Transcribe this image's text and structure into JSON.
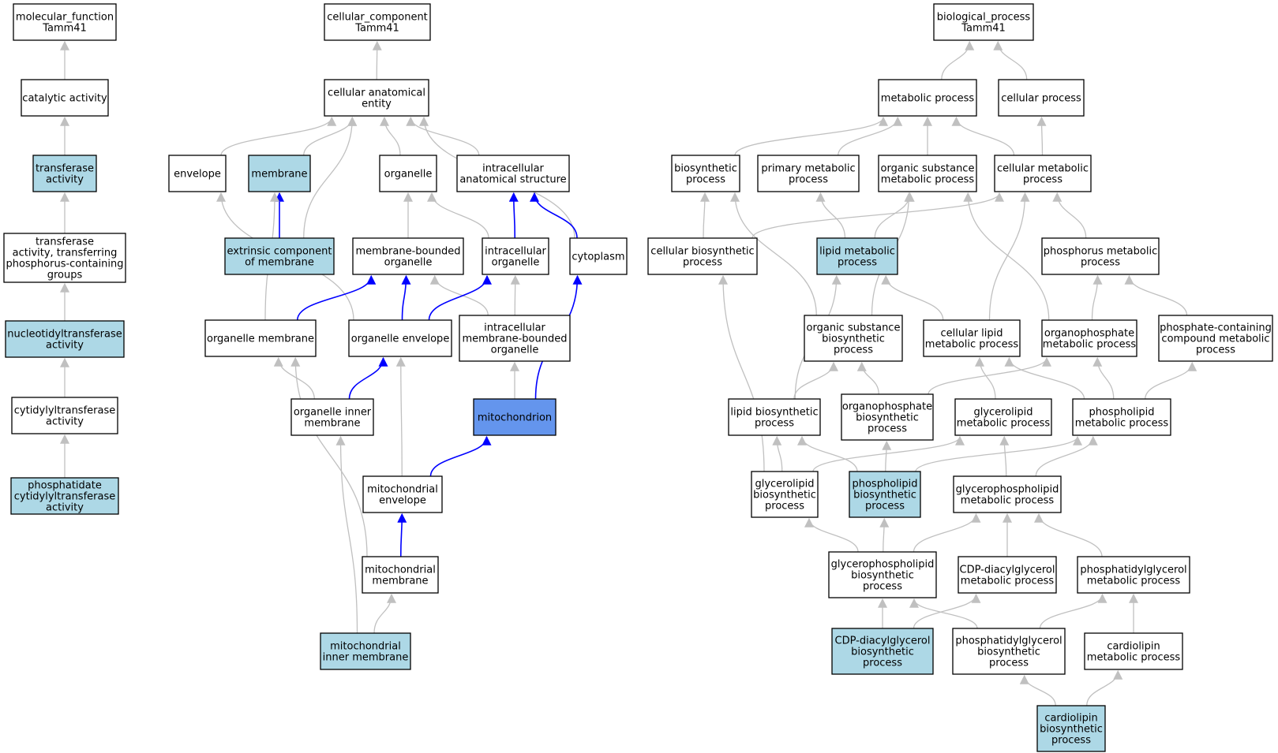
{
  "colors": {
    "plain": "#ffffff",
    "highlight": "#add8e6",
    "focus": "#6495ed",
    "edge_gray": "#c0c0c0",
    "edge_blue": "#0000ff"
  },
  "nodes": [
    {
      "id": "mf",
      "lines": [
        "molecular_function",
        "Tamm41"
      ],
      "style": "plain"
    },
    {
      "id": "cat",
      "lines": [
        "catalytic activity"
      ],
      "style": "plain"
    },
    {
      "id": "transf",
      "lines": [
        "transferase",
        "activity"
      ],
      "style": "highlight"
    },
    {
      "id": "transfp",
      "lines": [
        "transferase",
        "activity, transferring",
        "phosphorus-containing",
        "groups"
      ],
      "style": "plain"
    },
    {
      "id": "nucl",
      "lines": [
        "nucleotidyltransferase",
        "activity"
      ],
      "style": "highlight"
    },
    {
      "id": "cytid",
      "lines": [
        "cytidylyltransferase",
        "activity"
      ],
      "style": "plain"
    },
    {
      "id": "phcyt",
      "lines": [
        "phosphatidate",
        "cytidylyltransferase",
        "activity"
      ],
      "style": "highlight"
    },
    {
      "id": "cc",
      "lines": [
        "cellular_component",
        "Tamm41"
      ],
      "style": "plain"
    },
    {
      "id": "cae",
      "lines": [
        "cellular anatomical",
        "entity"
      ],
      "style": "plain"
    },
    {
      "id": "env",
      "lines": [
        "envelope"
      ],
      "style": "plain"
    },
    {
      "id": "mem",
      "lines": [
        "membrane"
      ],
      "style": "highlight"
    },
    {
      "id": "org",
      "lines": [
        "organelle"
      ],
      "style": "plain"
    },
    {
      "id": "ias",
      "lines": [
        "intracellular",
        "anatomical structure"
      ],
      "style": "plain"
    },
    {
      "id": "ecm",
      "lines": [
        "extrinsic component",
        "of membrane"
      ],
      "style": "highlight"
    },
    {
      "id": "mbo",
      "lines": [
        "membrane-bounded",
        "organelle"
      ],
      "style": "plain"
    },
    {
      "id": "io",
      "lines": [
        "intracellular",
        "organelle"
      ],
      "style": "plain"
    },
    {
      "id": "cyto",
      "lines": [
        "cytoplasm"
      ],
      "style": "plain"
    },
    {
      "id": "omem",
      "lines": [
        "organelle membrane"
      ],
      "style": "plain"
    },
    {
      "id": "oenv",
      "lines": [
        "organelle envelope"
      ],
      "style": "plain"
    },
    {
      "id": "imbo",
      "lines": [
        "intracellular",
        "membrane-bounded",
        "organelle"
      ],
      "style": "plain"
    },
    {
      "id": "oim",
      "lines": [
        "organelle inner",
        "membrane"
      ],
      "style": "plain"
    },
    {
      "id": "mito",
      "lines": [
        "mitochondrion"
      ],
      "style": "focus"
    },
    {
      "id": "menv",
      "lines": [
        "mitochondrial",
        "envelope"
      ],
      "style": "plain"
    },
    {
      "id": "mmem",
      "lines": [
        "mitochondrial",
        "membrane"
      ],
      "style": "plain"
    },
    {
      "id": "mim",
      "lines": [
        "mitochondrial",
        "inner membrane"
      ],
      "style": "highlight"
    },
    {
      "id": "bp",
      "lines": [
        "biological_process",
        "Tamm41"
      ],
      "style": "plain"
    },
    {
      "id": "metp",
      "lines": [
        "metabolic process"
      ],
      "style": "plain"
    },
    {
      "id": "cellp",
      "lines": [
        "cellular process"
      ],
      "style": "plain"
    },
    {
      "id": "bios",
      "lines": [
        "biosynthetic",
        "process"
      ],
      "style": "plain"
    },
    {
      "id": "pmp",
      "lines": [
        "primary metabolic",
        "process"
      ],
      "style": "plain"
    },
    {
      "id": "osmp",
      "lines": [
        "organic substance",
        "metabolic process"
      ],
      "style": "plain"
    },
    {
      "id": "cmp",
      "lines": [
        "cellular metabolic",
        "process"
      ],
      "style": "plain"
    },
    {
      "id": "cbp",
      "lines": [
        "cellular biosynthetic",
        "process"
      ],
      "style": "plain"
    },
    {
      "id": "lmp",
      "lines": [
        "lipid metabolic",
        "process"
      ],
      "style": "highlight"
    },
    {
      "id": "phmp",
      "lines": [
        "phosphorus metabolic",
        "process"
      ],
      "style": "plain"
    },
    {
      "id": "osbp",
      "lines": [
        "organic substance",
        "biosynthetic",
        "process"
      ],
      "style": "plain"
    },
    {
      "id": "clmp",
      "lines": [
        "cellular lipid",
        "metabolic process"
      ],
      "style": "plain"
    },
    {
      "id": "opmp",
      "lines": [
        "organophosphate",
        "metabolic process"
      ],
      "style": "plain"
    },
    {
      "id": "pccmp",
      "lines": [
        "phosphate-containing",
        "compound metabolic",
        "process"
      ],
      "style": "plain"
    },
    {
      "id": "lbp",
      "lines": [
        "lipid biosynthetic",
        "process"
      ],
      "style": "plain"
    },
    {
      "id": "opbp",
      "lines": [
        "organophosphate",
        "biosynthetic",
        "process"
      ],
      "style": "plain"
    },
    {
      "id": "glmp",
      "lines": [
        "glycerolipid",
        "metabolic process"
      ],
      "style": "plain"
    },
    {
      "id": "plmp",
      "lines": [
        "phospholipid",
        "metabolic process"
      ],
      "style": "plain"
    },
    {
      "id": "glbp",
      "lines": [
        "glycerolipid",
        "biosynthetic",
        "process"
      ],
      "style": "plain"
    },
    {
      "id": "plbp",
      "lines": [
        "phospholipid",
        "biosynthetic",
        "process"
      ],
      "style": "highlight"
    },
    {
      "id": "gplmp",
      "lines": [
        "glycerophospholipid",
        "metabolic process"
      ],
      "style": "plain"
    },
    {
      "id": "gplbp",
      "lines": [
        "glycerophospholipid",
        "biosynthetic",
        "process"
      ],
      "style": "plain"
    },
    {
      "id": "cdpmp",
      "lines": [
        "CDP-diacylglycerol",
        "metabolic process"
      ],
      "style": "plain"
    },
    {
      "id": "pgmp",
      "lines": [
        "phosphatidylglycerol",
        "metabolic process"
      ],
      "style": "plain"
    },
    {
      "id": "cdpbp",
      "lines": [
        "CDP-diacylglycerol",
        "biosynthetic",
        "process"
      ],
      "style": "highlight"
    },
    {
      "id": "pgbp",
      "lines": [
        "phosphatidylglycerol",
        "biosynthetic",
        "process"
      ],
      "style": "plain"
    },
    {
      "id": "clipmp",
      "lines": [
        "cardiolipin",
        "metabolic process"
      ],
      "style": "plain"
    },
    {
      "id": "clipbp",
      "lines": [
        "cardiolipin",
        "biosynthetic",
        "process"
      ],
      "style": "highlight"
    }
  ],
  "edges": [
    {
      "from": "cat",
      "to": "mf",
      "color": "gray"
    },
    {
      "from": "transf",
      "to": "cat",
      "color": "gray"
    },
    {
      "from": "transfp",
      "to": "transf",
      "color": "gray"
    },
    {
      "from": "nucl",
      "to": "transfp",
      "color": "gray"
    },
    {
      "from": "cytid",
      "to": "nucl",
      "color": "gray"
    },
    {
      "from": "phcyt",
      "to": "cytid",
      "color": "gray"
    },
    {
      "from": "cae",
      "to": "cc",
      "color": "gray"
    },
    {
      "from": "env",
      "to": "cae",
      "color": "gray"
    },
    {
      "from": "mem",
      "to": "cae",
      "color": "gray"
    },
    {
      "from": "org",
      "to": "cae",
      "color": "gray"
    },
    {
      "from": "ias",
      "to": "cae",
      "color": "gray"
    },
    {
      "from": "ecm",
      "to": "cae",
      "color": "gray"
    },
    {
      "from": "cyto",
      "to": "cae",
      "color": "gray"
    },
    {
      "from": "ecm",
      "to": "mem",
      "color": "blue"
    },
    {
      "from": "mbo",
      "to": "org",
      "color": "gray"
    },
    {
      "from": "io",
      "to": "org",
      "color": "gray"
    },
    {
      "from": "io",
      "to": "ias",
      "color": "blue"
    },
    {
      "from": "cyto",
      "to": "ias",
      "color": "blue"
    },
    {
      "from": "omem",
      "to": "mem",
      "color": "gray"
    },
    {
      "from": "oenv",
      "to": "env",
      "color": "gray"
    },
    {
      "from": "omem",
      "to": "mbo",
      "color": "blue"
    },
    {
      "from": "oenv",
      "to": "mbo",
      "color": "blue"
    },
    {
      "from": "imbo",
      "to": "mbo",
      "color": "gray"
    },
    {
      "from": "oenv",
      "to": "io",
      "color": "blue"
    },
    {
      "from": "imbo",
      "to": "io",
      "color": "gray"
    },
    {
      "from": "oim",
      "to": "omem",
      "color": "gray"
    },
    {
      "from": "oim",
      "to": "oenv",
      "color": "blue"
    },
    {
      "from": "mito",
      "to": "imbo",
      "color": "gray"
    },
    {
      "from": "mito",
      "to": "cyto",
      "color": "blue"
    },
    {
      "from": "menv",
      "to": "mito",
      "color": "blue"
    },
    {
      "from": "menv",
      "to": "oenv",
      "color": "gray"
    },
    {
      "from": "mmem",
      "to": "menv",
      "color": "blue"
    },
    {
      "from": "mmem",
      "to": "omem",
      "color": "gray"
    },
    {
      "from": "mim",
      "to": "mmem",
      "color": "gray"
    },
    {
      "from": "mim",
      "to": "oim",
      "color": "gray"
    },
    {
      "from": "metp",
      "to": "bp",
      "color": "gray"
    },
    {
      "from": "cellp",
      "to": "bp",
      "color": "gray"
    },
    {
      "from": "bios",
      "to": "metp",
      "color": "gray"
    },
    {
      "from": "pmp",
      "to": "metp",
      "color": "gray"
    },
    {
      "from": "osmp",
      "to": "metp",
      "color": "gray"
    },
    {
      "from": "cmp",
      "to": "metp",
      "color": "gray"
    },
    {
      "from": "cmp",
      "to": "cellp",
      "color": "gray"
    },
    {
      "from": "cbp",
      "to": "bios",
      "color": "gray"
    },
    {
      "from": "cbp",
      "to": "cmp",
      "color": "gray"
    },
    {
      "from": "lmp",
      "to": "pmp",
      "color": "gray"
    },
    {
      "from": "lmp",
      "to": "osmp",
      "color": "gray"
    },
    {
      "from": "phmp",
      "to": "cmp",
      "color": "gray"
    },
    {
      "from": "osbp",
      "to": "bios",
      "color": "gray"
    },
    {
      "from": "osbp",
      "to": "osmp",
      "color": "gray"
    },
    {
      "from": "clmp",
      "to": "lmp",
      "color": "gray"
    },
    {
      "from": "clmp",
      "to": "cmp",
      "color": "gray"
    },
    {
      "from": "opmp",
      "to": "osmp",
      "color": "gray"
    },
    {
      "from": "opmp",
      "to": "phmp",
      "color": "gray"
    },
    {
      "from": "pccmp",
      "to": "phmp",
      "color": "gray"
    },
    {
      "from": "lbp",
      "to": "lmp",
      "color": "gray"
    },
    {
      "from": "lbp",
      "to": "osbp",
      "color": "gray"
    },
    {
      "from": "opbp",
      "to": "osbp",
      "color": "gray"
    },
    {
      "from": "opbp",
      "to": "opmp",
      "color": "gray"
    },
    {
      "from": "glmp",
      "to": "clmp",
      "color": "gray"
    },
    {
      "from": "plmp",
      "to": "clmp",
      "color": "gray"
    },
    {
      "from": "plmp",
      "to": "opmp",
      "color": "gray"
    },
    {
      "from": "plmp",
      "to": "pccmp",
      "color": "gray"
    },
    {
      "from": "glbp",
      "to": "cbp",
      "color": "gray"
    },
    {
      "from": "glbp",
      "to": "lbp",
      "color": "gray"
    },
    {
      "from": "glbp",
      "to": "glmp",
      "color": "gray"
    },
    {
      "from": "plbp",
      "to": "lbp",
      "color": "gray"
    },
    {
      "from": "plbp",
      "to": "opbp",
      "color": "gray"
    },
    {
      "from": "plbp",
      "to": "plmp",
      "color": "gray"
    },
    {
      "from": "gplmp",
      "to": "glmp",
      "color": "gray"
    },
    {
      "from": "gplmp",
      "to": "plmp",
      "color": "gray"
    },
    {
      "from": "gplbp",
      "to": "glbp",
      "color": "gray"
    },
    {
      "from": "gplbp",
      "to": "plbp",
      "color": "gray"
    },
    {
      "from": "gplbp",
      "to": "gplmp",
      "color": "gray"
    },
    {
      "from": "cdpmp",
      "to": "gplmp",
      "color": "gray"
    },
    {
      "from": "pgmp",
      "to": "gplmp",
      "color": "gray"
    },
    {
      "from": "cdpbp",
      "to": "gplbp",
      "color": "gray"
    },
    {
      "from": "cdpbp",
      "to": "cdpmp",
      "color": "gray"
    },
    {
      "from": "pgbp",
      "to": "gplbp",
      "color": "gray"
    },
    {
      "from": "pgbp",
      "to": "pgmp",
      "color": "gray"
    },
    {
      "from": "clipmp",
      "to": "pgmp",
      "color": "gray"
    },
    {
      "from": "clipbp",
      "to": "pgbp",
      "color": "gray"
    },
    {
      "from": "clipbp",
      "to": "clipmp",
      "color": "gray"
    }
  ]
}
